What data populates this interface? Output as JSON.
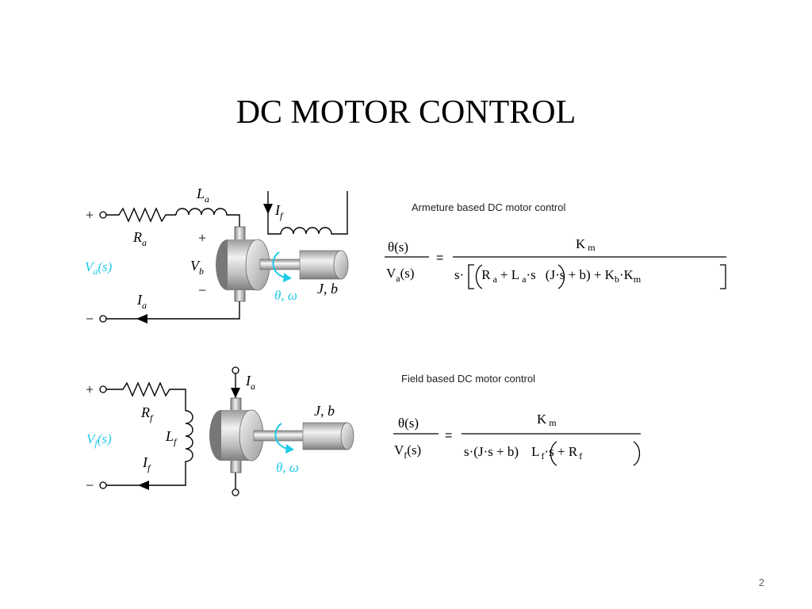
{
  "slide": {
    "title": "DC MOTOR CONTROL",
    "page_number": "2"
  },
  "armature": {
    "caption": "Armeture based DC motor control",
    "labels": {
      "plus": "+",
      "minus": "−",
      "Ra": "R",
      "Ra_sub": "a",
      "La": "L",
      "La_sub": "a",
      "Va": "V",
      "Va_sub": "a",
      "Va_arg": "(s)",
      "Vb": "V",
      "Vb_sub": "b",
      "Vb_plus": "+",
      "Vb_minus": "−",
      "Ia": "I",
      "Ia_sub": "a",
      "If": "I",
      "If_sub": "f",
      "theta_omega": "θ, ω",
      "Jb": "J, b"
    },
    "equation": {
      "lhs_num": "θ(s)",
      "lhs_den_V": "V",
      "lhs_den_sub": "a",
      "lhs_den_arg": "(s)",
      "equals": "=",
      "rhs_num_K": "K",
      "rhs_num_sub": "m",
      "rhs_den_s": "s·",
      "rhs_den_R": "R",
      "rhs_den_R_sub": "a",
      "rhs_den_plus_L": "+ L",
      "rhs_den_L_sub": "a",
      "rhs_den_L_s": "·s",
      "rhs_den_J": "(J·s + b) + K",
      "rhs_den_Kb_sub": "b",
      "rhs_den_dot_K": "·K",
      "rhs_den_Km_sub": "m"
    }
  },
  "field": {
    "caption": "Field based DC motor control",
    "labels": {
      "plus": "+",
      "minus": "−",
      "Rf": "R",
      "Rf_sub": "f",
      "Lf": "L",
      "Lf_sub": "f",
      "Vf": "V",
      "Vf_sub": "f",
      "Vf_arg": "(s)",
      "If": "I",
      "If_sub": "f",
      "Ia": "I",
      "Ia_sub": "a",
      "theta_omega": "θ, ω",
      "Jb": "J, b"
    },
    "equation": {
      "lhs_num": "θ(s)",
      "lhs_den_V": "V",
      "lhs_den_sub": "f",
      "lhs_den_arg": "(s)",
      "equals": "=",
      "rhs_num_K": "K",
      "rhs_num_sub": "m",
      "rhs_den_main": "s·(J·s + b)",
      "rhs_den_L": "L",
      "rhs_den_L_sub": "f",
      "rhs_den_mid": "·s + R",
      "rhs_den_R_sub": "f"
    }
  },
  "colors": {
    "accent_cyan": "#1ecbe8",
    "motor_body": "#c8c8c8"
  }
}
